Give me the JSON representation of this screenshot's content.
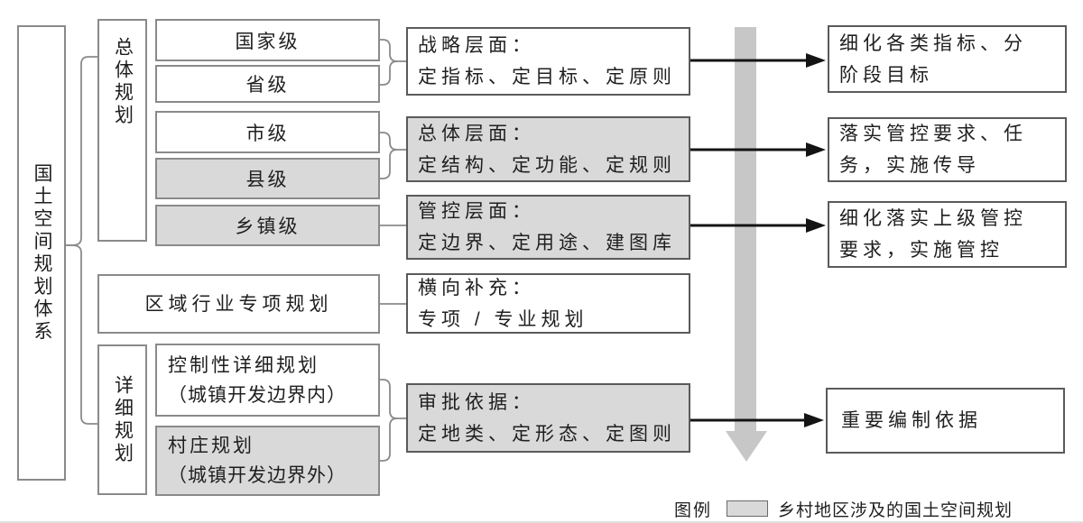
{
  "diagram": {
    "title_note": "国土空间规划体系",
    "root": {
      "label": "国土空间规划体系"
    },
    "groups": {
      "overall": {
        "label": "总体规划"
      },
      "detailed": {
        "label": "详细规划"
      }
    },
    "levels": {
      "national": {
        "label": "国家级",
        "highlighted": false
      },
      "provincial": {
        "label": "省级",
        "highlighted": false
      },
      "municipal": {
        "label": "市级",
        "highlighted": false
      },
      "county": {
        "label": "县级",
        "highlighted": true
      },
      "township": {
        "label": "乡镇级",
        "highlighted": true
      }
    },
    "regional": {
      "label": "区域行业专项规划",
      "highlighted": false
    },
    "detailed_plans": {
      "regulatory": {
        "line1": "控制性详细规划",
        "line2": "（城镇开发边界内）",
        "highlighted": false
      },
      "village": {
        "line1": "村庄规划",
        "line2": "（城镇开发边界外）",
        "highlighted": true
      }
    },
    "phases": {
      "strategic": {
        "line1": "战略层面：",
        "line2": "定指标、定目标、定原则",
        "highlighted": false
      },
      "overall": {
        "line1": "总体层面：",
        "line2": "定结构、定功能、定规则",
        "highlighted": true
      },
      "control": {
        "line1": "管控层面：",
        "line2": "定边界、定用途、建图库",
        "highlighted": true
      },
      "horizontal": {
        "line1": "横向补充：",
        "line2": "专项 / 专业规划",
        "highlighted": false
      },
      "approval": {
        "line1": "审批依据：",
        "line2": "定地类、定形态、定图则",
        "highlighted": true
      }
    },
    "outcomes": {
      "o1": {
        "line1": "细化各类指标、分",
        "line2": "阶段目标"
      },
      "o2": {
        "line1": "落实管控要求、任",
        "line2": "务，实施传导"
      },
      "o3": {
        "line1": "细化落实上级管控",
        "line2": "要求，实施管控"
      },
      "o4": {
        "label": "重要编制依据"
      }
    }
  },
  "legend": {
    "title": "图例",
    "label": "乡村地区涉及的国土空间规划"
  },
  "colors": {
    "highlight_fill": "#d9d9d9",
    "box_border_light": "#8a8a8a",
    "box_border_dark": "#5a5a5a",
    "flow_arrow_black": "#141414",
    "main_arrow_gray": "#c7c7c7",
    "text": "#1f1f1f"
  }
}
